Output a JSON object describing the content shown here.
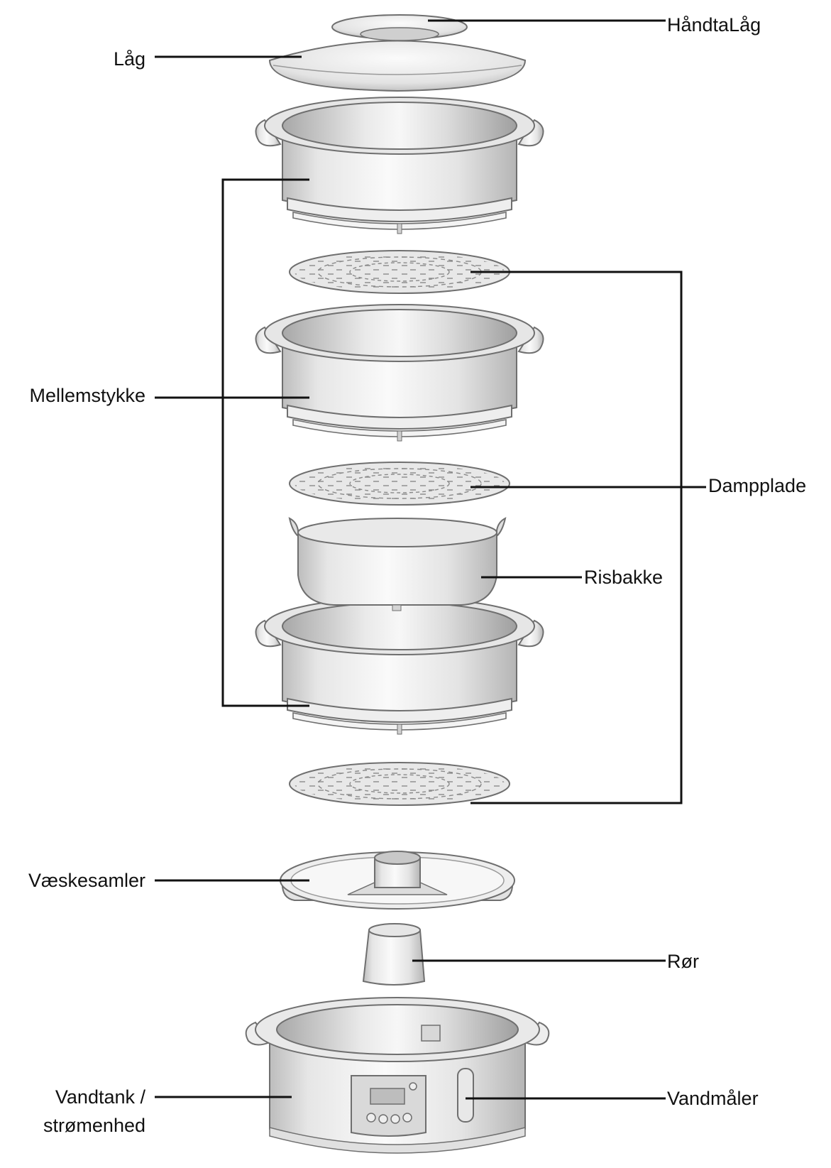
{
  "labels": {
    "handle_lid": "HåndtaLåg",
    "lid": "Låg",
    "middle_piece": "Mellemstykke",
    "steam_plate": "Dampplade",
    "rice_bowl": "Risbakke",
    "drip_tray": "Væskesamler",
    "tube": "Rør",
    "water_tank_line1": "Vandtank /",
    "water_tank_line2": "strømenhed",
    "water_gauge": "Vandmåler"
  },
  "colors": {
    "line": "#111111",
    "metal_light": "#f4f4f4",
    "metal_mid": "#d9d9d9",
    "metal_dark": "#a9a9a9",
    "outline": "#6f6f6f"
  }
}
